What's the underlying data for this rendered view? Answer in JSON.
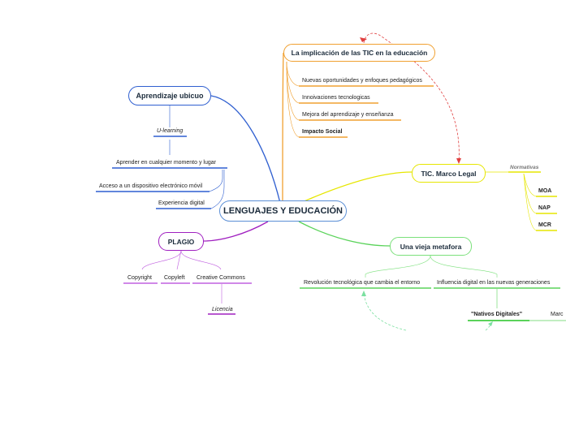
{
  "central": "LENGUAJES Y EDUCACIÓN",
  "aprendizaje": {
    "title": "Aprendizaje ubicuo",
    "sub": "U-learning",
    "items": [
      "Aprender en cualquier momento y lugar",
      "Acceso a un dispositivo electrónico móvil",
      "Experiencia digital"
    ]
  },
  "tic": {
    "title": "La implicación de las TIC en la educación",
    "items": [
      "Nuevas oportunidades y enfoques pedagógicos",
      "Innoivaciones tecnologicas",
      "Mejora del aprendizaje y enseñanza",
      "Impacto Social"
    ]
  },
  "legal": {
    "title": "TIC. Marco Legal",
    "sub": "Normativas",
    "items": [
      "MOA",
      "NAP",
      "MCR"
    ]
  },
  "metafora": {
    "title": "Una vieja metafora",
    "items": [
      "Revolución tecnológica que cambia el entorno",
      "Influencia digital en las nuevas generaciones"
    ],
    "sub": "\"Nativos Digitales\"",
    "extra": "Marc"
  },
  "plagio": {
    "title": "PLAGIO",
    "items": [
      "Copyright",
      "Copyleft",
      "Creative Commons"
    ],
    "sub": "Licencia"
  },
  "colors": {
    "aprendizaje": "#2f5fd0",
    "tic": "#f0a030",
    "legal": "#e6e600",
    "metafora": "#5ad35a",
    "plagio": "#a020c0",
    "relation": "#e04040",
    "relation2": "#7be0a0"
  }
}
